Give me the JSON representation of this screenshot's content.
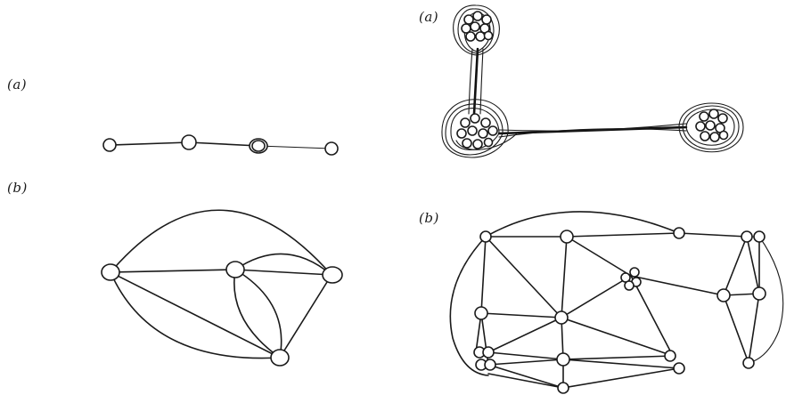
{
  "labels": {
    "left_a": "(a)",
    "left_b": "(b)",
    "right_a": "(a)",
    "right_b": "(b)"
  },
  "style": {
    "ink": "#1a1a1a",
    "background": "#ffffff"
  }
}
